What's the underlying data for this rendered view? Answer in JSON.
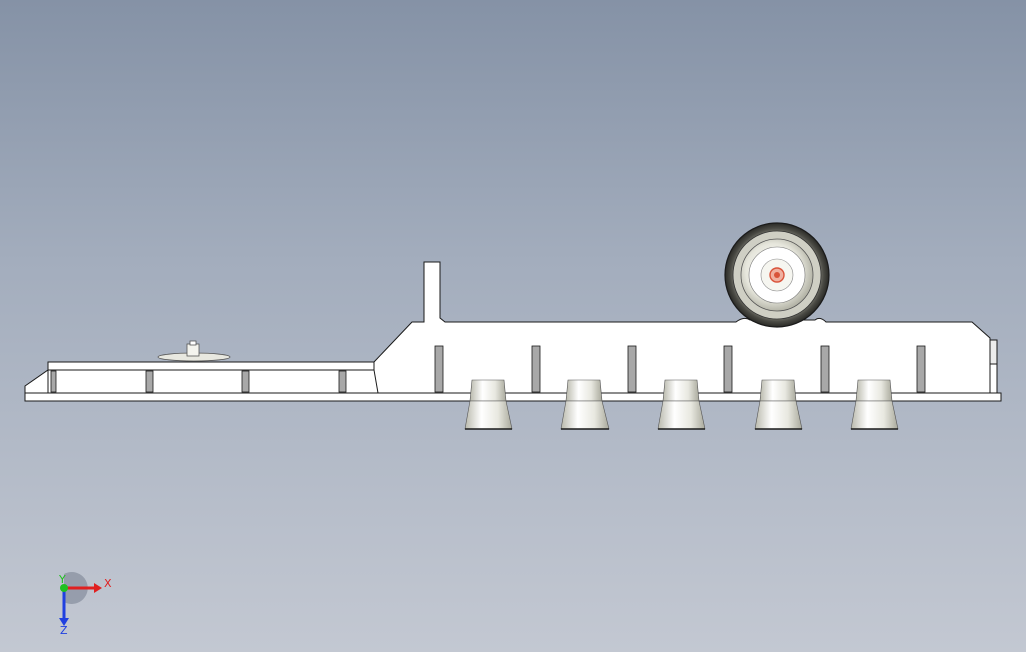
{
  "viewport": {
    "background_top": "#8592a6",
    "background_bottom": "#c3c8d2"
  },
  "model": {
    "body_fill": "#ffffff",
    "edge_color": "#1a1a1a",
    "slot_fill": "#a8a8a8",
    "hub_accent": "#d9533a",
    "wheel_tire": "#3a3a3a"
  },
  "triad": {
    "x_label": "X",
    "y_label": "Y",
    "z_label": "Z",
    "x_color": "#e02020",
    "y_color": "#20c020",
    "z_color": "#2040e0"
  }
}
